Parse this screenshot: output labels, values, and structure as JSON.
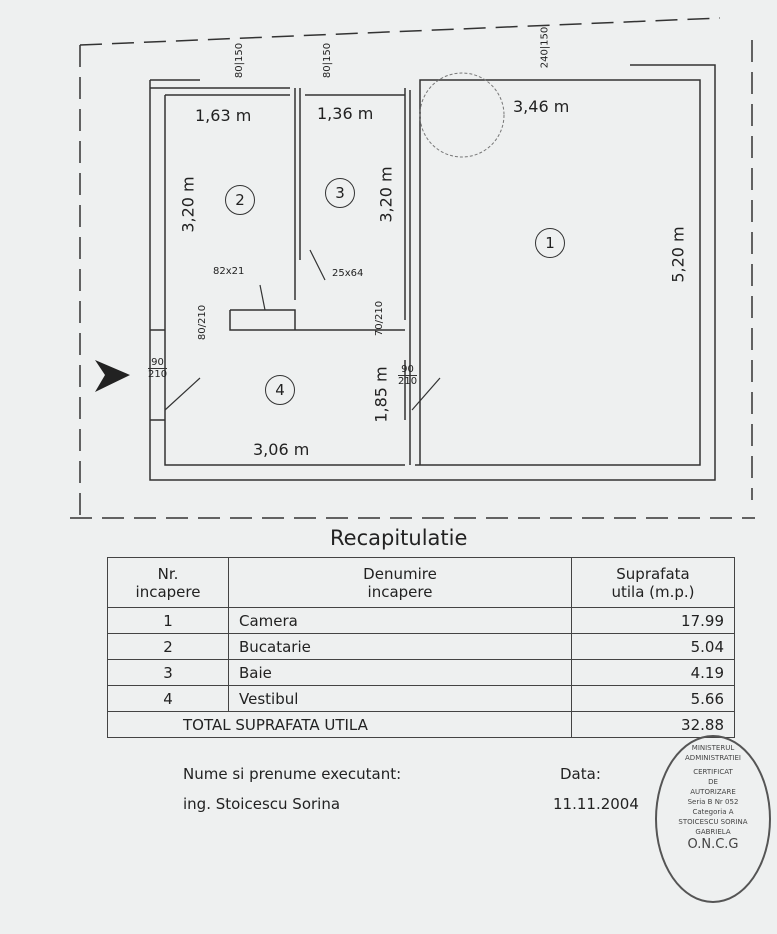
{
  "plan": {
    "dims": {
      "w2": "1,63 m",
      "w3": "1,36 m",
      "w1": "3,46 m",
      "h2": "3,20 m",
      "h3": "3,20 m",
      "h1": "5,20 m",
      "h4": "1,85 m",
      "w4": "3,06 m"
    },
    "rooms": [
      "1",
      "2",
      "3",
      "4"
    ],
    "windows": [
      {
        "a": "80",
        "b": "150"
      },
      {
        "a": "80",
        "b": "150"
      },
      {
        "a": "240",
        "b": "150"
      }
    ],
    "doors": {
      "d_entry": {
        "a": "90",
        "b": "210"
      },
      "d_room1": {
        "a": "90",
        "b": "210"
      },
      "d_room2": {
        "a": "80",
        "b": "210"
      },
      "d_room3": {
        "a": "70",
        "b": "210"
      },
      "win2": "82x21",
      "win3": "25x64"
    }
  },
  "summary": {
    "title": "Recapitulatie",
    "headers": [
      "Nr.\nincapere",
      "Denumire\nincapere",
      "Suprafata\nutila (m.p.)"
    ],
    "rows": [
      [
        "1",
        "Camera",
        "17.99"
      ],
      [
        "2",
        "Bucatarie",
        "5.04"
      ],
      [
        "3",
        "Baie",
        "4.19"
      ],
      [
        "4",
        "Vestibul",
        "5.66"
      ]
    ],
    "total_label": "TOTAL SUPRAFATA UTILA",
    "total_value": "32.88"
  },
  "footer": {
    "executant_label": "Nume si prenume executant:",
    "executant_name": "ing. Stoicescu Sorina",
    "date_label": "Data:",
    "date_value": "11.11.2004"
  },
  "stamp": {
    "ring": "MINISTERUL ADMINISTRATIEI",
    "lines": [
      "CERTIFICAT",
      "DE",
      "AUTORIZARE",
      "Seria B Nr 052",
      "Categoria A",
      "STOICESCU SORINA",
      "GABRIELA"
    ],
    "bottom": "O.N.C.G"
  }
}
